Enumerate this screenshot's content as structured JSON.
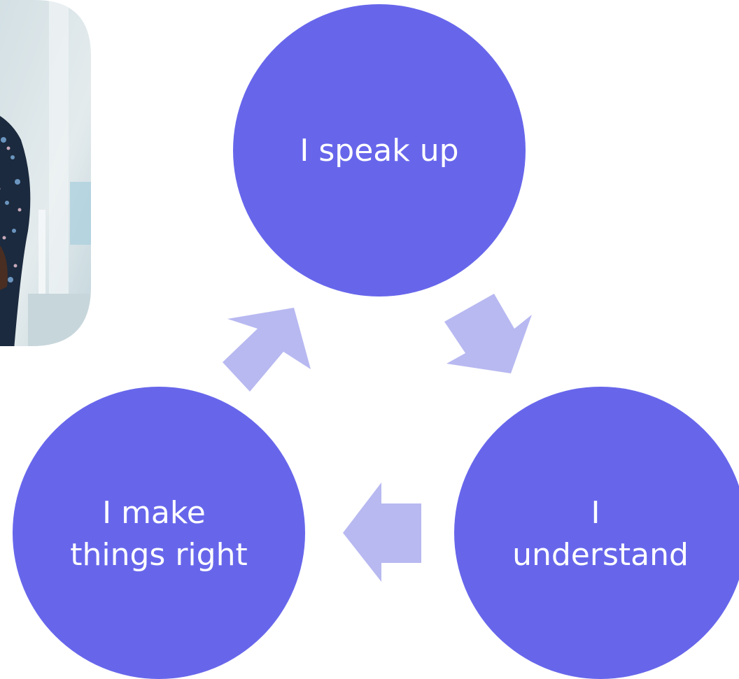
{
  "colors": {
    "circle_fill": "#6766EB",
    "arrow_fill": "#B8B9F1",
    "background": "#FFFFFF"
  },
  "photo": {
    "description_icon": "person-photo",
    "wall_color": "#D9E3E6",
    "scrub_color": "#1B2A3E"
  },
  "cycle": {
    "nodes": [
      {
        "id": "top",
        "lines": [
          "I speak up"
        ]
      },
      {
        "id": "right",
        "lines": [
          "I",
          "understand"
        ]
      },
      {
        "id": "left",
        "lines": [
          "I make",
          "things right"
        ]
      }
    ]
  }
}
